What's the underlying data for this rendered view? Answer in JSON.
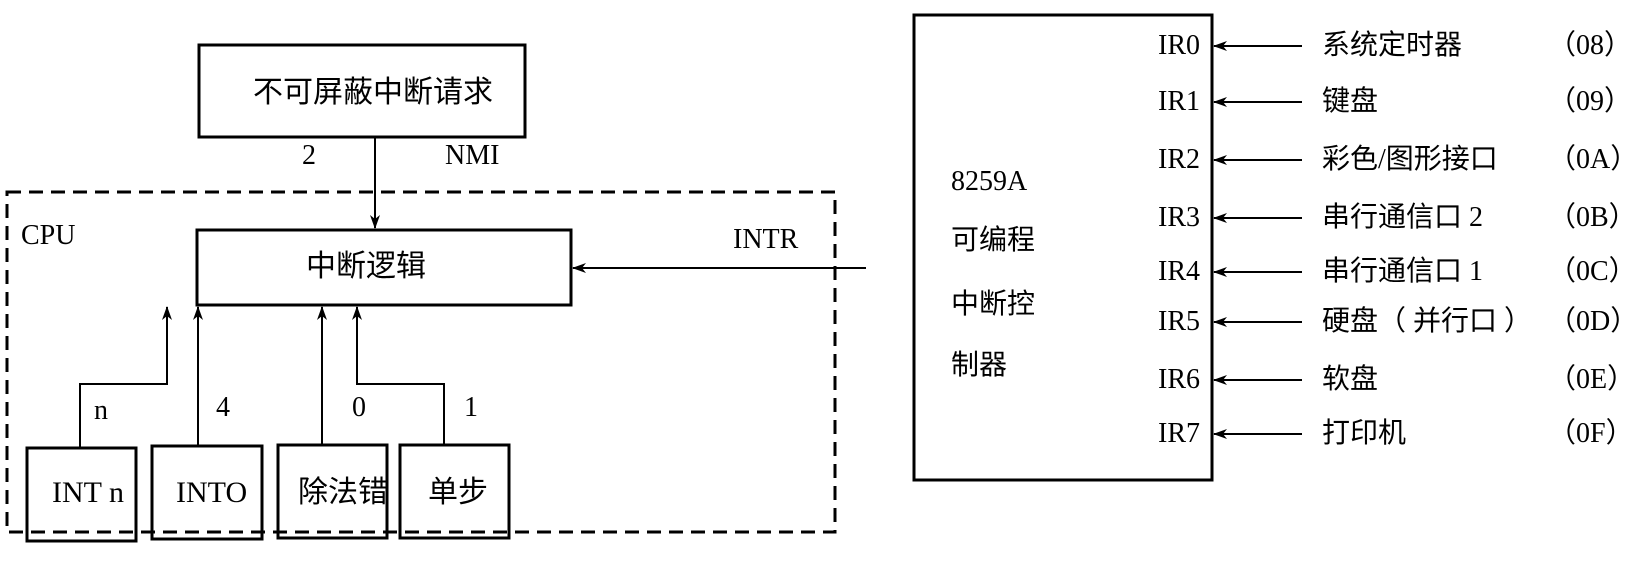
{
  "diagram": {
    "nmi_source": {
      "label": "不可屏蔽中断请求",
      "vector": "2",
      "signal": "NMI"
    },
    "cpu": {
      "label": "CPU",
      "logic_label": "中断逻辑",
      "sources": [
        {
          "label": "INT n",
          "vector": "n"
        },
        {
          "label": "INTO",
          "vector": "4"
        },
        {
          "label": "除法错",
          "vector": "0"
        },
        {
          "label": "单步",
          "vector": "1"
        }
      ]
    },
    "intr_signal": "INTR",
    "pic": {
      "title_lines": [
        "8259A",
        "可编程",
        "中断控",
        "制器"
      ],
      "inputs": [
        {
          "pin": "IR0",
          "device": "系统定时器",
          "vector": "（08）"
        },
        {
          "pin": "IR1",
          "device": "键盘",
          "vector": "（09）"
        },
        {
          "pin": "IR2",
          "device": "彩色/图形接口",
          "vector": "（0A）"
        },
        {
          "pin": "IR3",
          "device": "串行通信口 2",
          "vector": "（0B）"
        },
        {
          "pin": "IR4",
          "device": "串行通信口 1",
          "vector": "（0C）"
        },
        {
          "pin": "IR5",
          "device": "硬盘（ 并行口 ）",
          "vector": "（0D）"
        },
        {
          "pin": "IR6",
          "device": "软盘",
          "vector": "（0E）"
        },
        {
          "pin": "IR7",
          "device": "打印机",
          "vector": "（0F）"
        }
      ]
    }
  }
}
